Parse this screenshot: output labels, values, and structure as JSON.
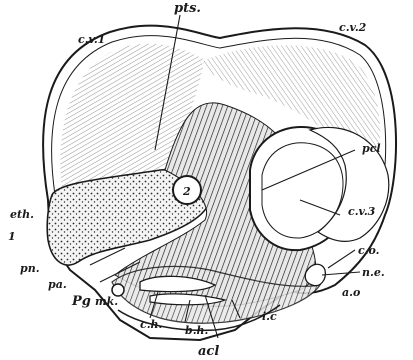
{
  "figure": {
    "labels": {
      "pts": "pts.",
      "cv1": "c.v.1",
      "cv2": "c.v.2",
      "pcl": "pcl",
      "cv3": "c.v.3",
      "eth": "eth.",
      "one": "1",
      "pn": "pn.",
      "co": "c.o.",
      "ne": "n.e.",
      "ao": "a.o",
      "pa": "pa.",
      "pg": "Pg",
      "mk": "mk.",
      "ch": "c.h.",
      "bh": "b.h.",
      "ic": "i.c",
      "acl": "acl",
      "two": "2"
    }
  }
}
